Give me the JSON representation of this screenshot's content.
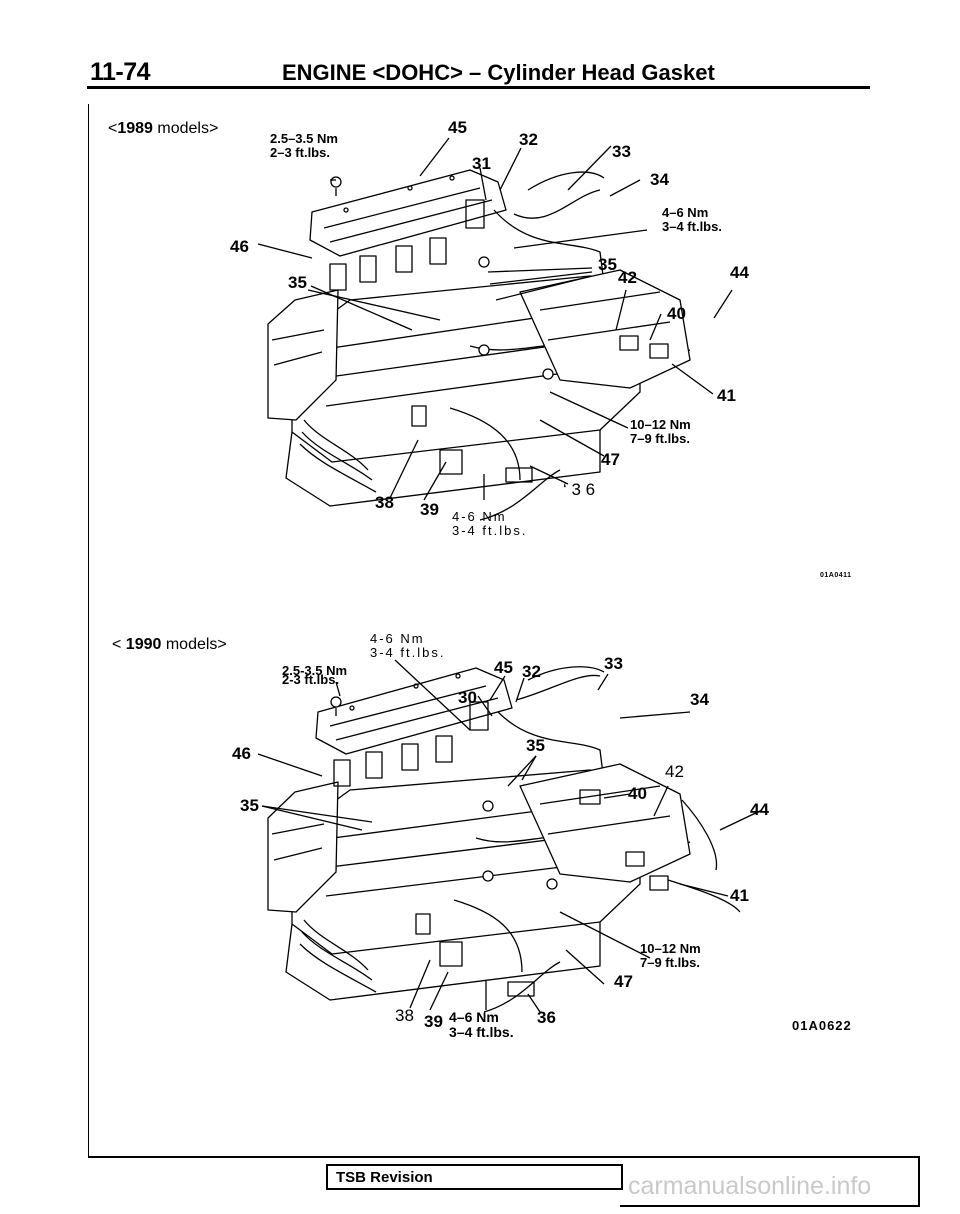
{
  "header": {
    "page_number": "11-74",
    "title": "ENGINE <DOHC> – Cylinder Head Gasket"
  },
  "figure_1989": {
    "section_label_prefix": "<",
    "section_label_year": "1989",
    "section_label_rest": " models>",
    "spec_top": [
      "2.5–3.5 Nm",
      "2–3 ft.lbs."
    ],
    "spec_right_upper": [
      "4–6 Nm",
      "3–4 ft.lbs."
    ],
    "spec_right_lower": [
      "10–12 Nm",
      "7–9 ft.lbs."
    ],
    "spec_bottom": [
      "4-6 Nm",
      "3-4 ft.lbs."
    ],
    "callouts": {
      "n45": "45",
      "n32": "32",
      "n33": "33",
      "n31": "31",
      "n34": "34",
      "n46": "46",
      "n35a": "35",
      "n35b": "35",
      "n42": "42",
      "n44": "44",
      "n40": "40",
      "n41": "41",
      "n47": "47",
      "n36": "‘ 3 6",
      "n38": "38",
      "n39": "39"
    },
    "figure_code": "01A0411"
  },
  "figure_1990": {
    "section_label_prefix": "< ",
    "section_label_year": "1990",
    "section_label_rest": " models>",
    "spec_top": [
      "4-6 Nm",
      "3-4 ft.lbs."
    ],
    "spec_left": [
      "2.5-3.5 Nm",
      "2-3 ft.lbs."
    ],
    "spec_right": [
      "10–12 Nm",
      "7–9 ft.lbs."
    ],
    "spec_bottom": [
      "4–6 Nm",
      "3–4 ft.lbs."
    ],
    "callouts": {
      "n45": "45",
      "n32": "32",
      "n33": "33",
      "n30": "30",
      "n34": "34",
      "n46": "46",
      "n35a": "35",
      "n35b": "35",
      "n40": "40",
      "n42": "42",
      "n44": "44",
      "n41": "41",
      "n47": "47",
      "n38": "38",
      "n39": "39",
      "n36": "36"
    },
    "figure_code": "01A0622"
  },
  "footer": {
    "tsb_label": "TSB Revision",
    "watermark": "carmanualsonline.info"
  }
}
